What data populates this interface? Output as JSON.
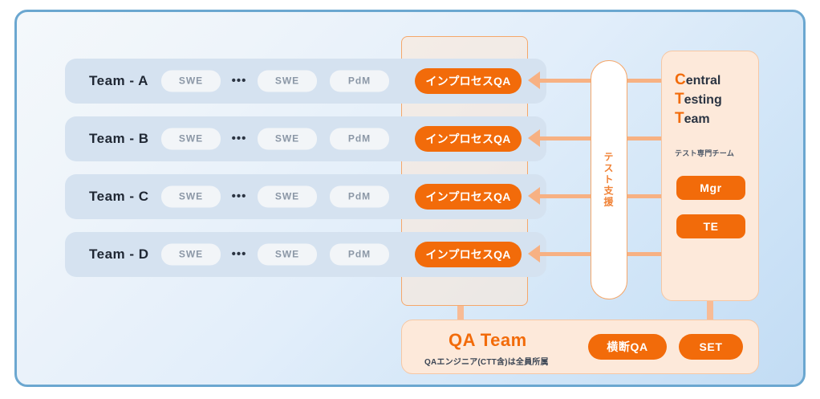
{
  "diagram": {
    "title_hidden": "",
    "colors": {
      "accent_orange": "#f26b0a",
      "light_orange": "#fde9da",
      "arrow_orange": "#f7b183",
      "team_row_blue": "#d5e2f0",
      "frame_border_blue": "#6ba7d0"
    },
    "teams": [
      {
        "name": "Team - A",
        "roles": [
          "SWE",
          "SWE",
          "PdM"
        ],
        "ellipsis": "•••",
        "qa_label": "インプロセスQA"
      },
      {
        "name": "Team - B",
        "roles": [
          "SWE",
          "SWE",
          "PdM"
        ],
        "ellipsis": "•••",
        "qa_label": "インプロセスQA"
      },
      {
        "name": "Team - C",
        "roles": [
          "SWE",
          "SWE",
          "PdM"
        ],
        "ellipsis": "•••",
        "qa_label": "インプロセスQA"
      },
      {
        "name": "Team - D",
        "roles": [
          "SWE",
          "SWE",
          "PdM"
        ],
        "ellipsis": "•••",
        "qa_label": "インプロセスQA"
      }
    ],
    "support_capsule": {
      "label": "テスト支援"
    },
    "ctt": {
      "line1_initial": "C",
      "line1_rest": "entral",
      "line2_initial": "T",
      "line2_rest": "esting",
      "line3_initial": "T",
      "line3_rest": "eam",
      "subtitle": "テスト専門チーム",
      "roles": [
        {
          "label": "Mgr"
        },
        {
          "label": "TE"
        }
      ]
    },
    "qa_team": {
      "title": "QA Team",
      "subtitle": "QAエンジニア(CTT含)は全員所属",
      "pills": [
        {
          "label": "横断QA"
        },
        {
          "label": "SET"
        }
      ]
    }
  }
}
